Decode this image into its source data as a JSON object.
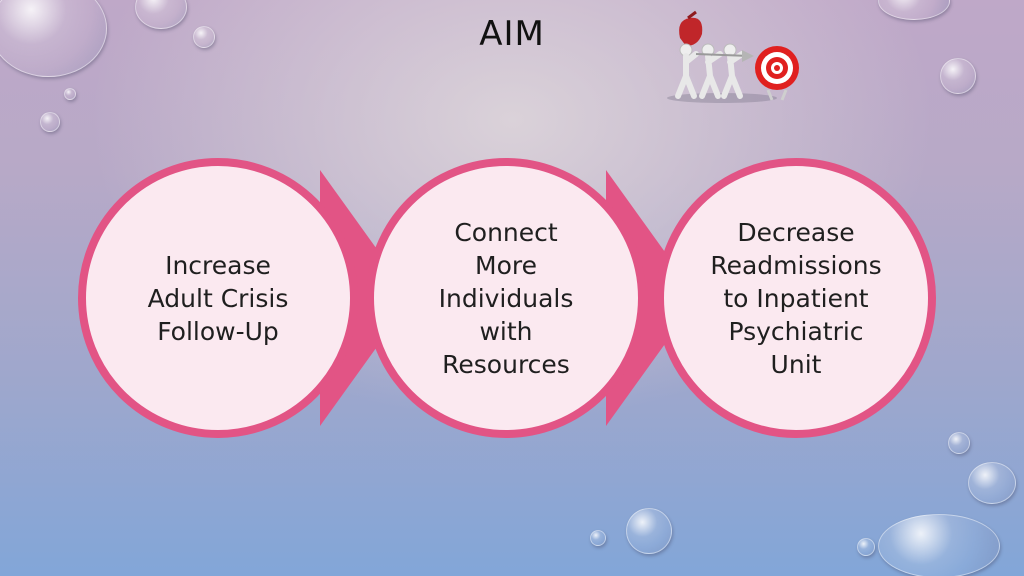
{
  "slide": {
    "title": "AIM",
    "steps": [
      {
        "lines": [
          "Increase",
          "Adult Crisis",
          "Follow-Up"
        ]
      },
      {
        "lines": [
          "Connect",
          "More",
          "Individuals",
          "with",
          "Resources"
        ]
      },
      {
        "lines": [
          "Decrease",
          "Readmissions",
          "to Inpatient",
          "Psychiatric",
          "Unit"
        ]
      }
    ]
  },
  "colors": {
    "accent_pink": "#e25485",
    "circle_fill": "#fbe9f0",
    "target_red": "#e0201f"
  },
  "icons": [
    "target-illustration",
    "water-bubble"
  ]
}
